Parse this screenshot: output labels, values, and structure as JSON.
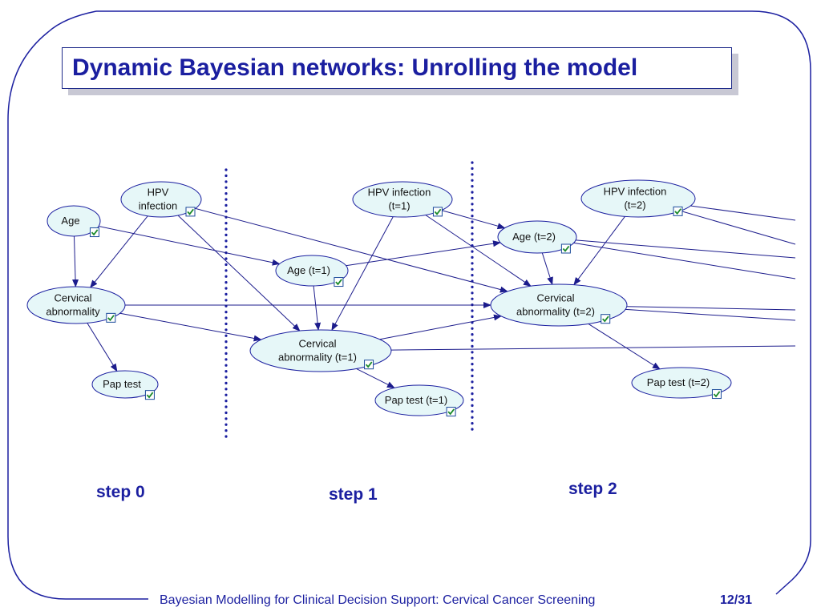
{
  "slide": {
    "title": "Dynamic Bayesian networks: Unrolling the model",
    "steps": [
      "step 0",
      "step 1",
      "step 2"
    ],
    "footer": "Bayesian Modelling for Clinical Decision Support: Cervical Cancer Screening",
    "page": "12/31"
  },
  "nodes": [
    {
      "id": "age0",
      "lines": [
        "Age"
      ]
    },
    {
      "id": "hpv0",
      "lines": [
        "HPV",
        "infection"
      ]
    },
    {
      "id": "cerv0",
      "lines": [
        "Cervical",
        "abnormality"
      ]
    },
    {
      "id": "pap0",
      "lines": [
        "Pap test"
      ]
    },
    {
      "id": "hpv1",
      "lines": [
        "HPV infection",
        "(t=1)"
      ]
    },
    {
      "id": "age1",
      "lines": [
        "Age (t=1)"
      ]
    },
    {
      "id": "cerv1",
      "lines": [
        "Cervical",
        "abnormality (t=1)"
      ]
    },
    {
      "id": "pap1",
      "lines": [
        "Pap test (t=1)"
      ]
    },
    {
      "id": "hpv2",
      "lines": [
        "HPV infection",
        "(t=2)"
      ]
    },
    {
      "id": "age2",
      "lines": [
        "Age (t=2)"
      ]
    },
    {
      "id": "cerv2",
      "lines": [
        "Cervical",
        "abnormality (t=2)"
      ]
    },
    {
      "id": "pap2",
      "lines": [
        "Pap test (t=2)"
      ]
    }
  ],
  "edges": [
    [
      "age0",
      "cerv0"
    ],
    [
      "hpv0",
      "cerv0"
    ],
    [
      "cerv0",
      "pap0"
    ],
    [
      "age0",
      "age1"
    ],
    [
      "hpv0",
      "cerv1"
    ],
    [
      "hpv0",
      "cerv2"
    ],
    [
      "cerv0",
      "cerv1"
    ],
    [
      "cerv0",
      "cerv2"
    ],
    [
      "hpv1",
      "cerv1"
    ],
    [
      "age1",
      "cerv1"
    ],
    [
      "cerv1",
      "pap1"
    ],
    [
      "age1",
      "age2"
    ],
    [
      "hpv1",
      "cerv2"
    ],
    [
      "hpv1",
      "age2"
    ],
    [
      "cerv1",
      "cerv2"
    ],
    [
      "hpv2",
      "cerv2"
    ],
    [
      "age2",
      "cerv2"
    ],
    [
      "cerv2",
      "pap2"
    ]
  ],
  "colors": {
    "accent": "#1b1fa0",
    "node_fill": "#e6f7f8",
    "edge": "#1c1c8c"
  }
}
